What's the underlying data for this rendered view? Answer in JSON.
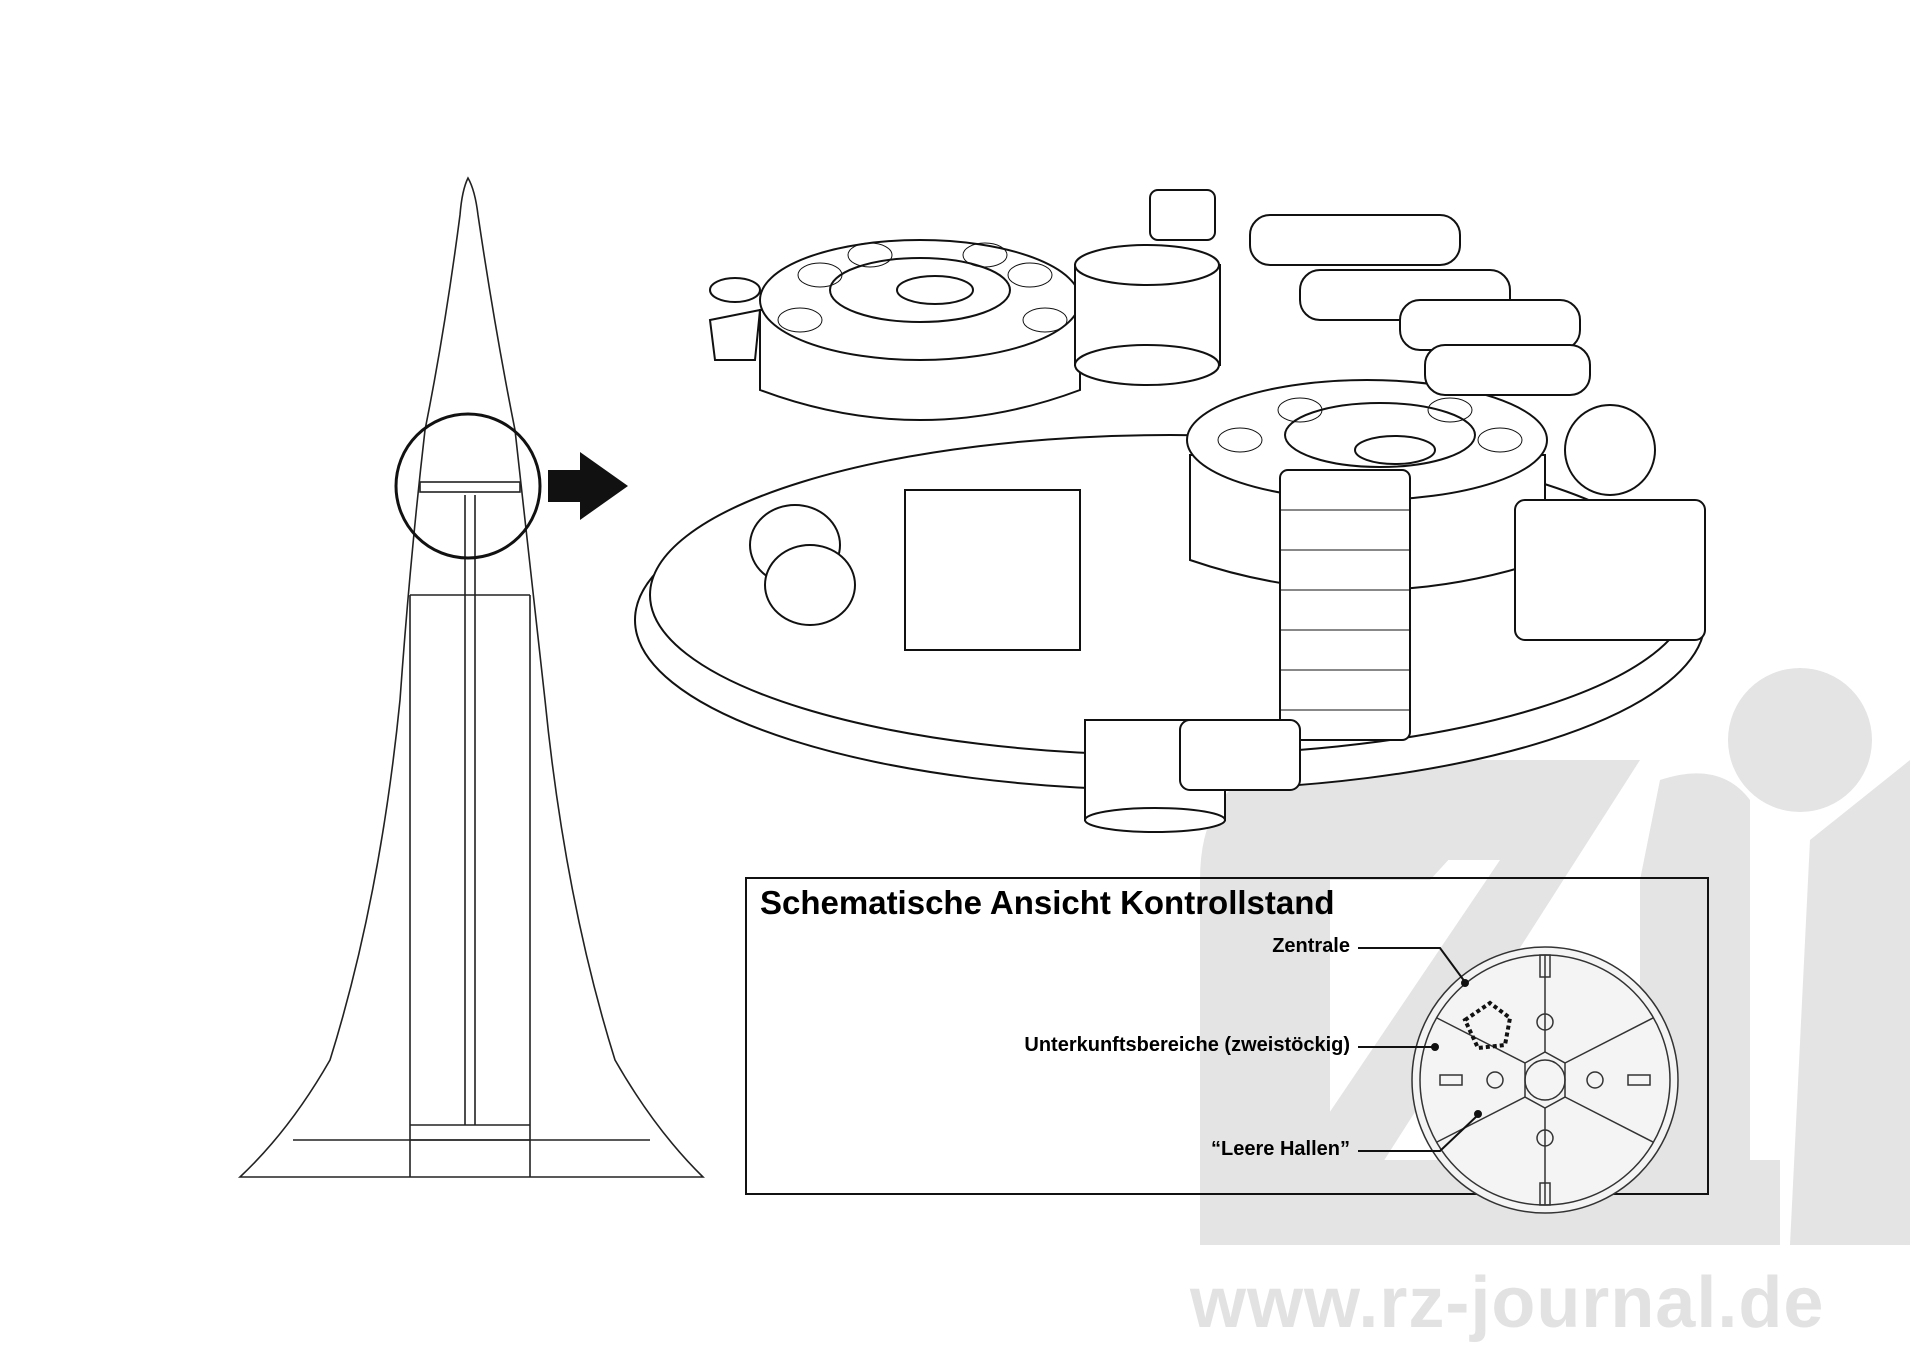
{
  "legend": {
    "title": "Schematische Ansicht Kontrollstand",
    "labels": [
      {
        "text": "Zentrale"
      },
      {
        "text": "Unterkunftsbereiche (zweistöckig)"
      },
      {
        "text": "“Leere Hallen”"
      }
    ]
  },
  "watermark": {
    "text": "www.rz-journal.de",
    "logo_text": "rz",
    "color": "#e2e2e2"
  }
}
